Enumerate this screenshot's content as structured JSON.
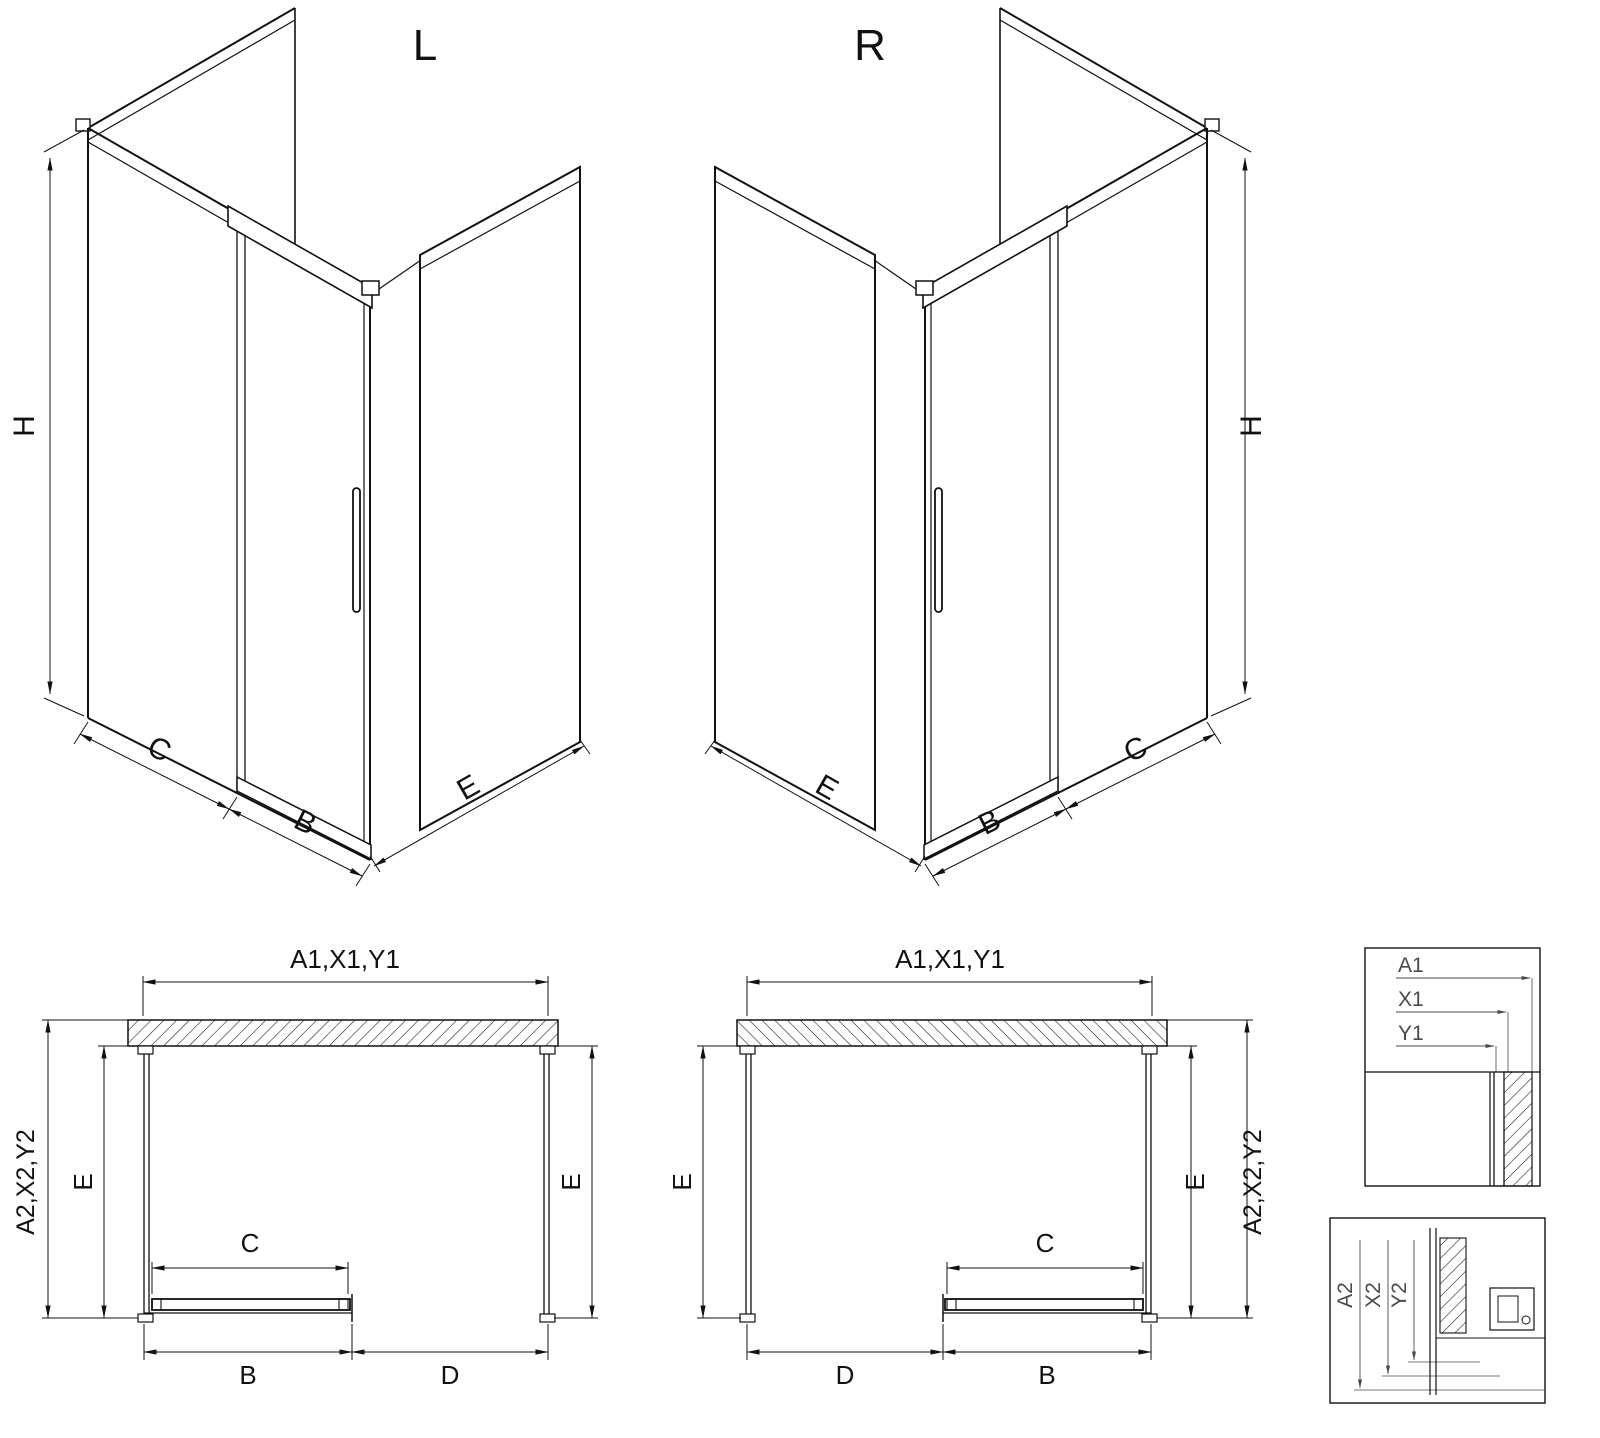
{
  "figure": {
    "iso_left": {
      "title": "L",
      "dim_h": "H",
      "dim_c": "C",
      "dim_b": "B",
      "dim_e": "E"
    },
    "iso_right": {
      "title": "R",
      "dim_h": "H",
      "dim_c": "C",
      "dim_b": "B",
      "dim_e": "E"
    },
    "plan_left": {
      "dim_top": "A1,X1,Y1",
      "dim_side": "A2,X2,Y2",
      "dim_e_left": "E",
      "dim_e_right": "E",
      "dim_c": "C",
      "dim_b": "B",
      "dim_d": "D"
    },
    "plan_right": {
      "dim_top": "A1,X1,Y1",
      "dim_side": "A2,X2,Y2",
      "dim_e_left": "E",
      "dim_e_right": "E",
      "dim_c": "C",
      "dim_b": "B",
      "dim_d": "D"
    },
    "detail_top": {
      "label_a1": "A1",
      "label_x1": "X1",
      "label_y1": "Y1"
    },
    "detail_bottom": {
      "label_a2": "A2",
      "label_x2": "X2",
      "label_y2": "Y2"
    }
  },
  "colors": {
    "line": "#111111",
    "background": "#ffffff"
  }
}
